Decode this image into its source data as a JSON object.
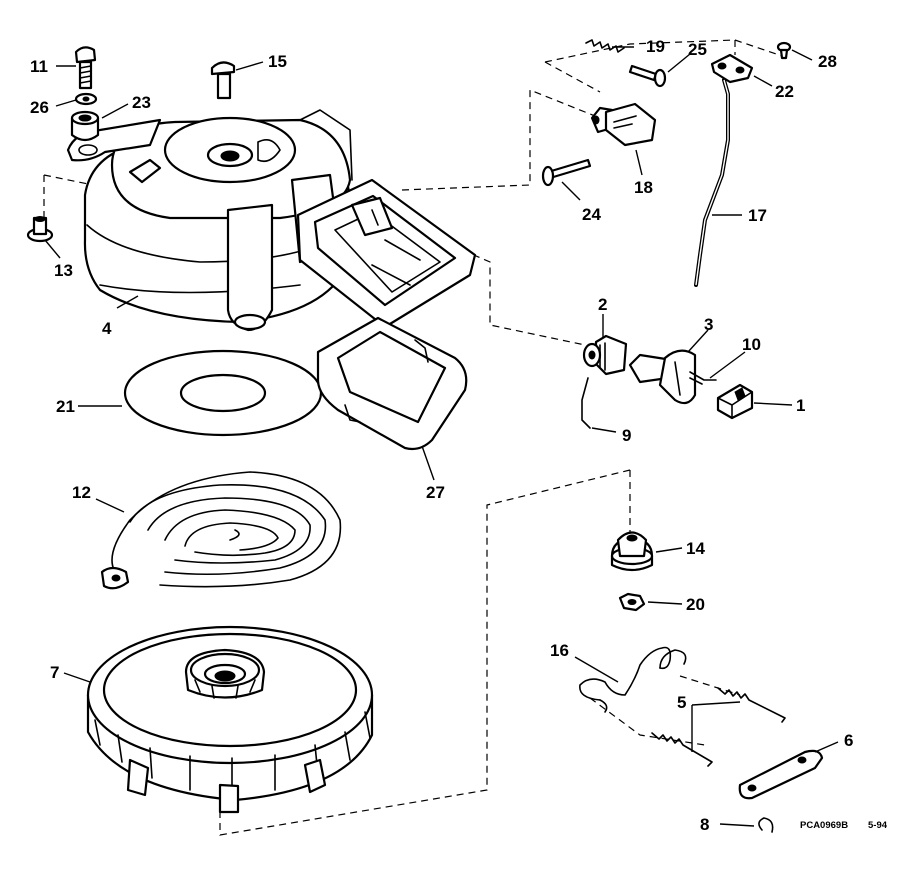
{
  "callouts": [
    {
      "id": "11",
      "label": "11",
      "part": "screw"
    },
    {
      "id": "26",
      "label": "26",
      "part": "washer"
    },
    {
      "id": "23",
      "label": "23",
      "part": "grommet"
    },
    {
      "id": "13",
      "label": "13",
      "part": "bushing"
    },
    {
      "id": "4",
      "label": "4",
      "part": "starter-housing"
    },
    {
      "id": "15",
      "label": "15",
      "part": "screw"
    },
    {
      "id": "19",
      "label": "19",
      "part": "spring"
    },
    {
      "id": "25",
      "label": "25",
      "part": "pin"
    },
    {
      "id": "28",
      "label": "28",
      "part": "screw"
    },
    {
      "id": "22",
      "label": "22",
      "part": "clamp"
    },
    {
      "id": "18",
      "label": "18",
      "part": "lockout-plunger"
    },
    {
      "id": "24",
      "label": "24",
      "part": "screw"
    },
    {
      "id": "17",
      "label": "17",
      "part": "link-rod"
    },
    {
      "id": "2",
      "label": "2",
      "part": "rope-guide"
    },
    {
      "id": "3",
      "label": "3",
      "part": "handle"
    },
    {
      "id": "10",
      "label": "10",
      "part": "retainer"
    },
    {
      "id": "1",
      "label": "1",
      "part": "anchor"
    },
    {
      "id": "9",
      "label": "9",
      "part": "rope"
    },
    {
      "id": "21",
      "label": "21",
      "part": "plate"
    },
    {
      "id": "27",
      "label": "27",
      "part": "seal"
    },
    {
      "id": "12",
      "label": "12",
      "part": "rewind-spring"
    },
    {
      "id": "14",
      "label": "14",
      "part": "hub"
    },
    {
      "id": "20",
      "label": "20",
      "part": "nut"
    },
    {
      "id": "7",
      "label": "7",
      "part": "pulley"
    },
    {
      "id": "16",
      "label": "16",
      "part": "spring-link"
    },
    {
      "id": "5",
      "label": "5",
      "part": "springs"
    },
    {
      "id": "6",
      "label": "6",
      "part": "pawl"
    },
    {
      "id": "8",
      "label": "8",
      "part": "retaining-ring"
    }
  ],
  "drawing_code": "PCA0969B",
  "drawing_date": "5-94"
}
